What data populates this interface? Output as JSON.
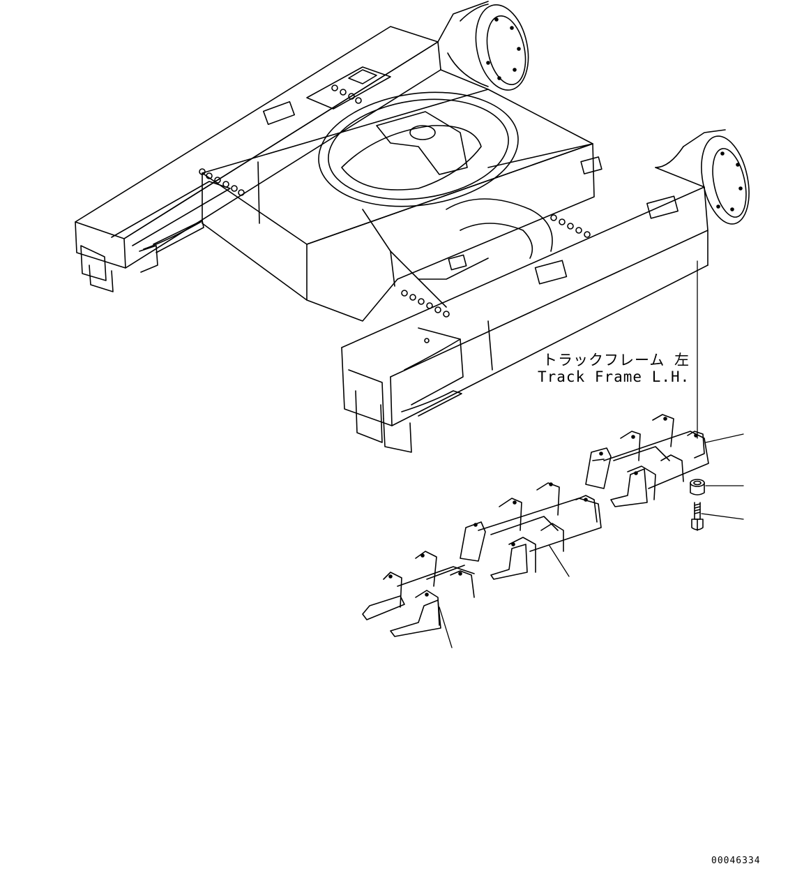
{
  "labels": {
    "part_name_jp": "トラックフレーム 左",
    "part_name_en": "Track Frame L.H."
  },
  "drawing_code": "00046334",
  "colors": {
    "line": "#000000",
    "background": "#ffffff"
  }
}
